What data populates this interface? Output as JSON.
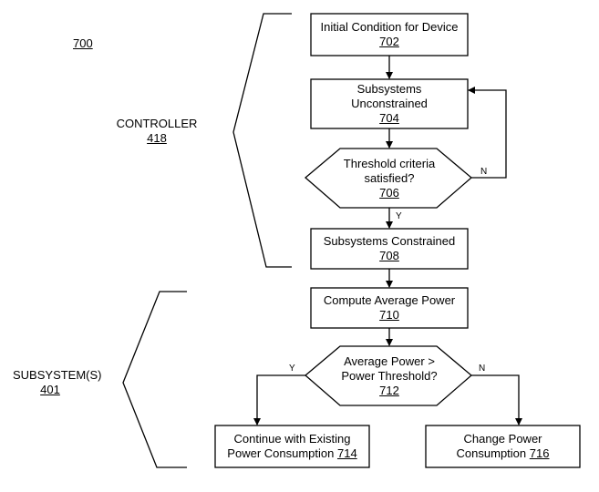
{
  "figure_ref": "700",
  "groups": {
    "controller": {
      "label": "CONTROLLER",
      "ref": "418"
    },
    "subsystems": {
      "label": "SUBSYSTEM(S)",
      "ref": "401"
    }
  },
  "nodes": {
    "n702": {
      "lines": [
        "Initial Condition for Device"
      ],
      "ref": "702"
    },
    "n704": {
      "lines": [
        "Subsystems",
        "Unconstrained"
      ],
      "ref": "704"
    },
    "n706": {
      "lines": [
        "Threshold criteria",
        "satisfied?"
      ],
      "ref": "706"
    },
    "n708": {
      "lines": [
        "Subsystems Constrained"
      ],
      "ref": "708"
    },
    "n710": {
      "lines": [
        "Compute Average Power"
      ],
      "ref": "710"
    },
    "n712": {
      "lines": [
        "Average Power >",
        "Power Threshold?"
      ],
      "ref": "712"
    },
    "n714": {
      "lines": [
        "Continue with Existing"
      ],
      "last_line": "Power Consumption",
      "ref": "714"
    },
    "n716": {
      "lines": [
        "Change Power"
      ],
      "last_line": "Consumption",
      "ref": "716"
    }
  },
  "edge_labels": {
    "e706_no": "N",
    "e706_yes": "Y",
    "e712_yes": "Y",
    "e712_no": "N"
  }
}
